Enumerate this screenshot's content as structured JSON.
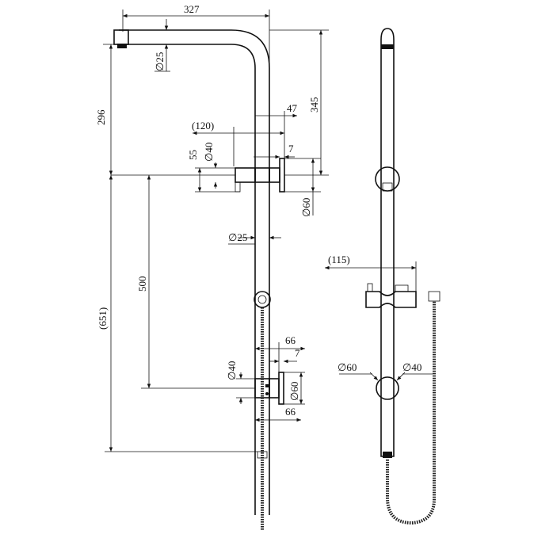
{
  "side_view": {
    "dim_arm_length": "327",
    "dim_arm_dia": "∅25",
    "dim_head_height": "296",
    "dim_total_height": "345",
    "dim_upper_offset": "47",
    "dim_bracket_depth": "(120)",
    "dim_bracket_dia": "∅40",
    "dim_bracket_height": "55",
    "dim_bracket_gap": "7",
    "dim_bracket_plate": "∅60",
    "dim_rail_dia": "∅25",
    "dim_lower_span": "500",
    "dim_rail_length": "(651)",
    "dim_lower_offset": "66",
    "dim_lower_gap": "7",
    "dim_lower_bracket_dia": "∅40",
    "dim_lower_plate": "∅60",
    "dim_lower_plate_depth": "66"
  },
  "front_view": {
    "dim_holder_width": "(115)",
    "dim_plate_dia": "∅60",
    "dim_bracket_dia": "∅40"
  }
}
